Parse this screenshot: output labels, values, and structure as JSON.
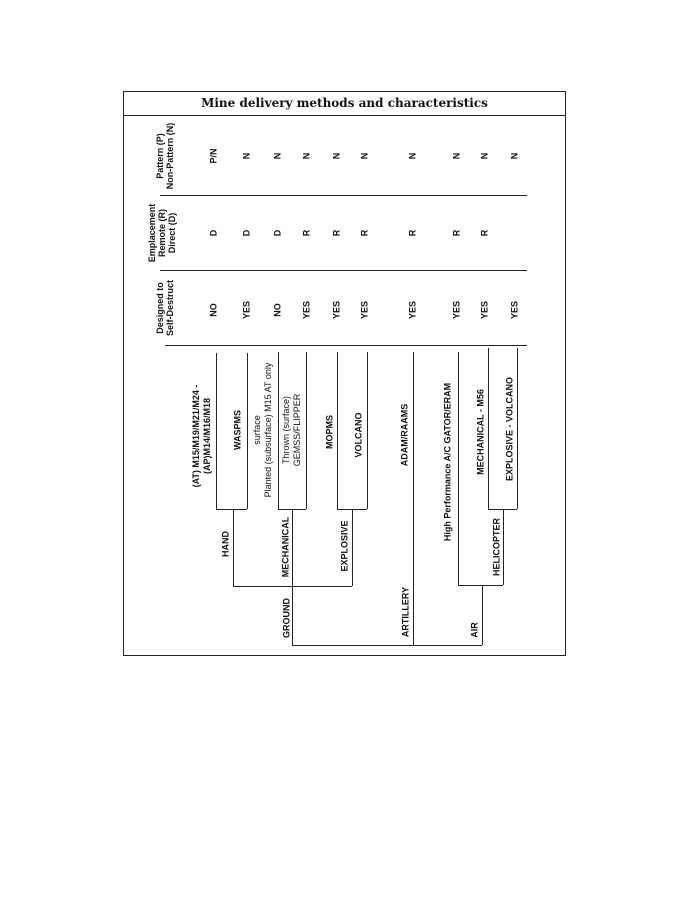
{
  "title": "Mine delivery methods and characteristics",
  "headers": {
    "pattern": [
      "Pattern (P)",
      "Non-Pattern (N)"
    ],
    "emplacement": [
      "Emplacement",
      "Remote (R)",
      "Direct (D)"
    ],
    "self_destruct": [
      "Designed to",
      "Self-Destruct"
    ]
  },
  "rows": [
    {
      "pattern": "P/N",
      "emplacement": "D",
      "self_destruct": "NO"
    },
    {
      "pattern": "N",
      "emplacement": "D",
      "self_destruct": "YES"
    },
    {
      "pattern": "N",
      "emplacement": "D",
      "self_destruct": "NO"
    },
    {
      "pattern": "N",
      "emplacement": "R",
      "self_destruct": "YES"
    },
    {
      "pattern": "N",
      "emplacement": "R",
      "self_destruct": "YES"
    },
    {
      "pattern": "N",
      "emplacement": "R",
      "self_destruct": "YES"
    },
    {
      "pattern": "N",
      "emplacement": "R",
      "self_destruct": "YES"
    },
    {
      "pattern": "N",
      "emplacement": "R",
      "self_destruct": "YES"
    },
    {
      "pattern": "N",
      "emplacement": "R",
      "self_destruct": "YES"
    },
    {
      "pattern": "N",
      "emplacement": "",
      "self_destruct": "YES"
    }
  ],
  "tree": {
    "systems": {
      "hand_mines_1": "(AT) M15/M19/M21/M24 -",
      "hand_mines_2": "(AP)M14/M16/M18",
      "waspms": "WASPMS",
      "planted_1": "surface",
      "planted_2": "Planted (subsurface) M15 AT only",
      "thrown_1": "Thrown (surface)",
      "thrown_2": "GEMSS/FLIPPER",
      "mopms": "MOPMS",
      "volcano": "VOLCANO",
      "adam": "ADAM/RAAMS",
      "high_perf": "High Performance A/C GATOR/ERAM",
      "mech_m56": "MECHANICAL - M56",
      "expl_volcano": "EXPLOSIVE - VOLCANO"
    },
    "nodes": {
      "hand": "HAND",
      "mechanical": "MECHANICAL",
      "explosive": "EXPLOSIVE",
      "helicopter": "HELICOPTER",
      "ground": "GROUND",
      "artillery": "ARTILLERY",
      "air": "AIR"
    }
  }
}
